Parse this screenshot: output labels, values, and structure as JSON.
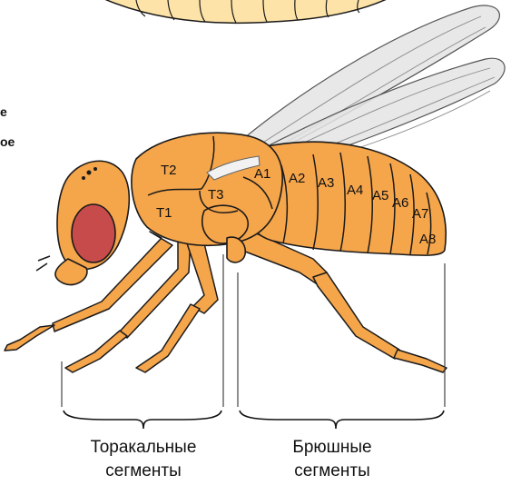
{
  "colors": {
    "body": "#f5a54a",
    "outline": "#1a1a1a",
    "eye": "#c84b4b",
    "larva": "#fde3a8",
    "wing": "#e4e4e4",
    "haltere": "#f2f2f2"
  },
  "cropped_text": [
    "е",
    "ое"
  ],
  "thorax_segments": [
    "T1",
    "T2",
    "T3"
  ],
  "abdomen_segments": [
    "A1",
    "A2",
    "A3",
    "A4",
    "A5",
    "A6",
    "A7",
    "A8"
  ],
  "captions": {
    "thoracic": [
      "Торакальные",
      "сегменты"
    ],
    "abdominal": [
      "Брюшные",
      "сегменты"
    ]
  }
}
